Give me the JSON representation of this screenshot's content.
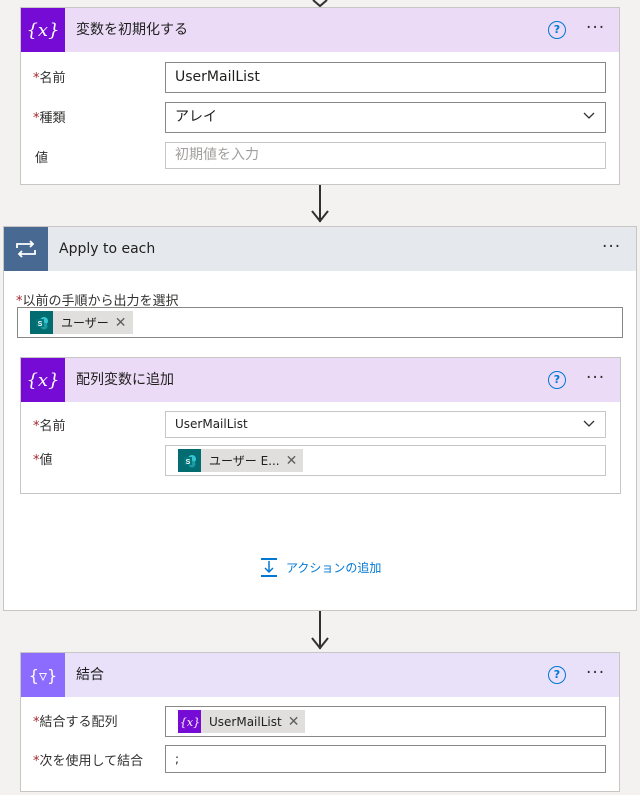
{
  "init_variable": {
    "title": "変数を初期化する",
    "help": "?",
    "more": "···",
    "name_label": "名前",
    "name_value": "UserMailList",
    "type_label": "種類",
    "type_value": "アレイ",
    "value_label": "値",
    "value_placeholder": "初期値を入力"
  },
  "apply_to_each": {
    "title": "Apply to each",
    "more": "···",
    "select_label": "以前の手順から出力を選択",
    "select_token": "ユーザー",
    "append": {
      "title": "配列変数に追加",
      "help": "?",
      "more": "···",
      "name_label": "名前",
      "name_value": "UserMailList",
      "value_label": "値",
      "value_token": "ユーザー E..."
    },
    "add_action_label": "アクションの追加"
  },
  "join": {
    "title": "結合",
    "help": "?",
    "more": "···",
    "from_label": "結合する配列",
    "from_token": "UserMailList",
    "with_label": "次を使用して結合",
    "with_value": ";"
  },
  "required_mark": "*",
  "token_close": "✕",
  "colors": {
    "variable_accent": "#770bd6",
    "loop_accent": "#486991",
    "join_accent": "#8c6cff",
    "sharepoint": "#036c70",
    "link": "#0078d4"
  }
}
